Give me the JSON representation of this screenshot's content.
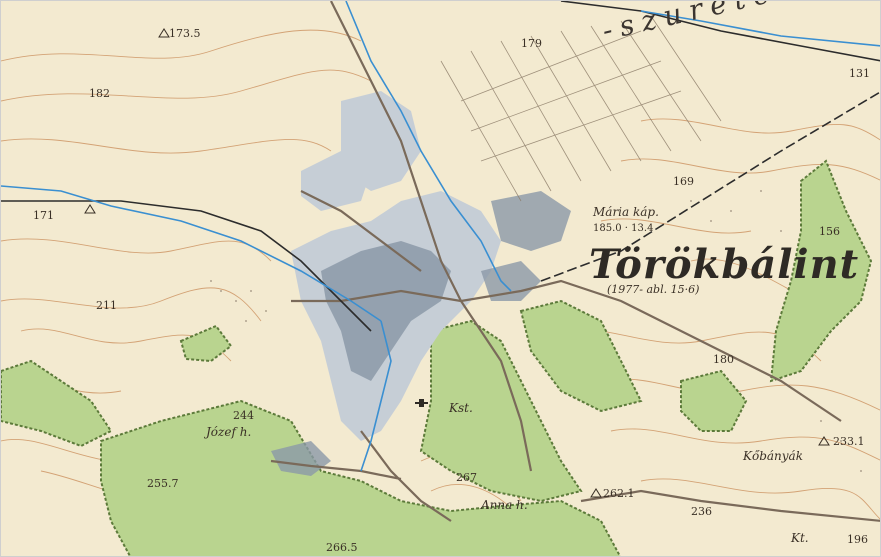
{
  "colors": {
    "paper": "#f3ead0",
    "forest": "#b9d48f",
    "forest_edge": "#5c7a3a",
    "built": "#8b99a8",
    "built_light": "#c6ced6",
    "water": "#3a8fd1",
    "contour": "#c98b57",
    "road": "#7a6a5a",
    "rail": "#2c2c2c",
    "text": "#3a3026"
  },
  "labels": {
    "town_name": "Törökbálint",
    "town_note": "(1977- abl. 15·6)",
    "meadow": "-szurétek",
    "chapel": "Mária káp.",
    "chapel_elev": "185.0 · 13.4",
    "hill_jozsef": "Józef h.",
    "hill_anna": "Anna h.",
    "station": "Kst.",
    "quarry": "Kőbányák",
    "kt": "Kt."
  },
  "elevations": [
    "173.5",
    "182",
    "171",
    "211",
    "244",
    "255.7",
    "267",
    "266.5",
    "262.1",
    "236",
    "180",
    "169",
    "179",
    "131",
    "156",
    "233.1",
    "196"
  ]
}
